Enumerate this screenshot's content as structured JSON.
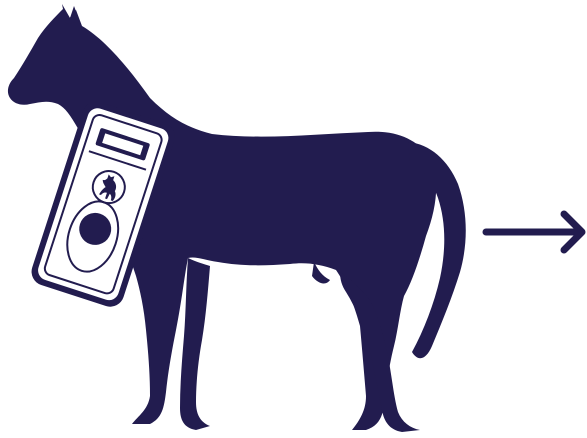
{
  "colors": {
    "ink": "#221c4f",
    "background": "#ffffff",
    "scanner_fill": "#ffffff"
  },
  "illustration": {
    "subject": "horse-silhouette",
    "device": "microchip-scanner",
    "device_logo": "horse-emblem",
    "direction": "arrow-right-icon"
  }
}
